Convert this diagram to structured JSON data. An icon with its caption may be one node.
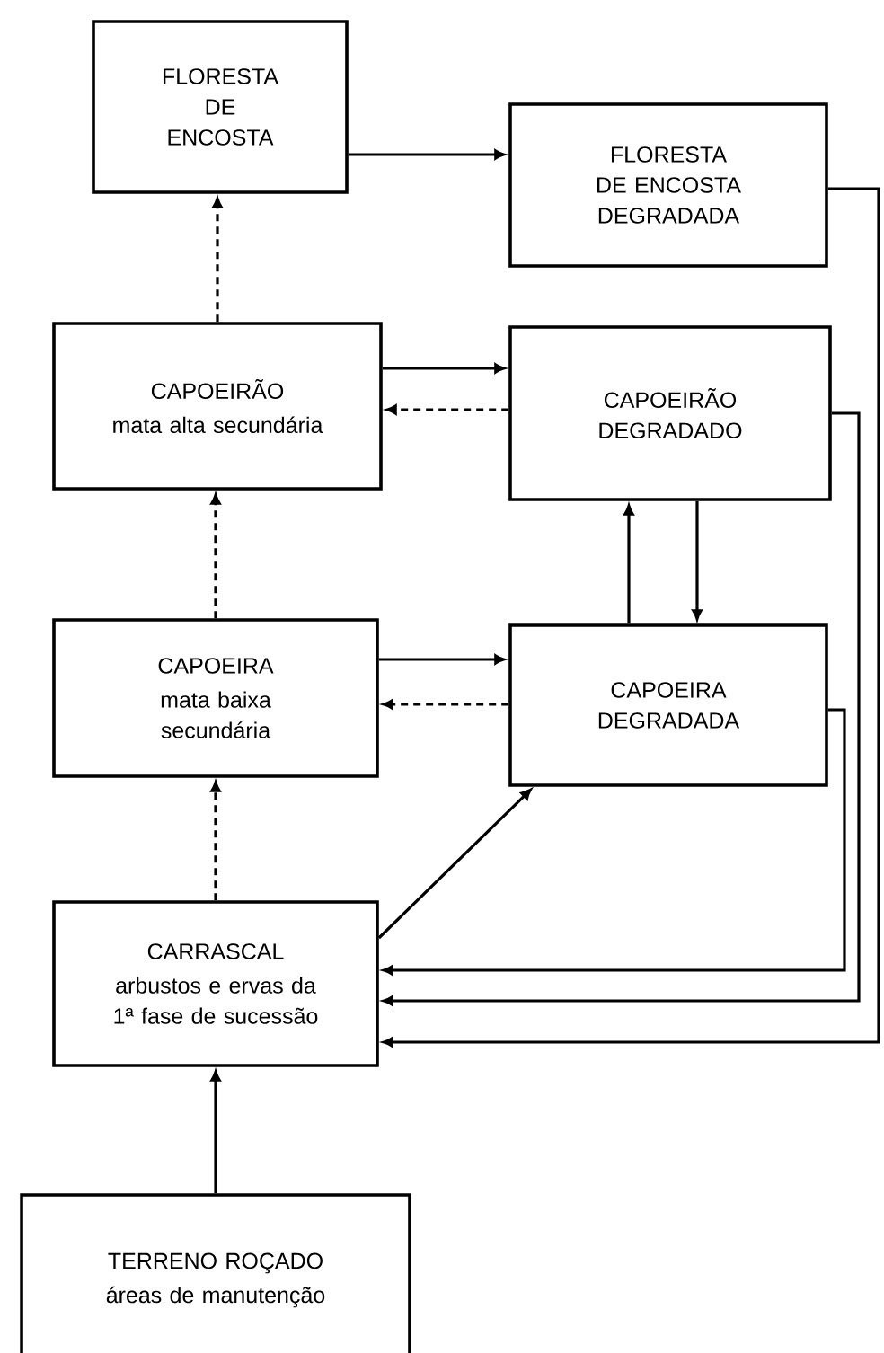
{
  "diagram": {
    "nodes": [
      {
        "text": [
          "FLORESTA DE ENCOSTA"
        ]
      },
      {
        "text": [
          "FLORESTA DE ENCOSTA DEGRADADA"
        ]
      },
      {
        "text": [
          "CAPOEIRÃO",
          "mata alta secundária"
        ]
      },
      {
        "text": [
          "CAPOEIRÃO DEGRADADO"
        ]
      },
      {
        "text": [
          "CAPOEIRA",
          "mata baixa secundária"
        ]
      },
      {
        "text": [
          "CAPOEIRA DEGRADADA"
        ]
      },
      {
        "text": [
          "CARRASCAL",
          "arbustos e ervas da 1ª fase de sucessão"
        ]
      },
      {
        "text": [
          "TERRENO ROÇADO",
          "áreas de manutenção"
        ]
      }
    ],
    "edges": [
      {
        "from": 0,
        "to": 1,
        "arrow": "to"
      },
      {
        "from": 2,
        "to": 0,
        "arrow": "to",
        "style": "dashed"
      },
      {
        "from": 2,
        "to": 3,
        "arrow": "to"
      },
      {
        "from": 3,
        "to": 2,
        "arrow": "to",
        "style": "dashed"
      },
      {
        "from": 4,
        "to": 2,
        "arrow": "to",
        "style": "dashed"
      },
      {
        "from": 4,
        "to": 5,
        "arrow": "to"
      },
      {
        "from": 5,
        "to": 4,
        "arrow": "to",
        "style": "dashed"
      },
      {
        "from": 5,
        "to": 3,
        "arrow": "to"
      },
      {
        "from": 3,
        "to": 5,
        "arrow": "to"
      },
      {
        "from": 6,
        "to": 4,
        "arrow": "to",
        "style": "dashed"
      },
      {
        "from": 6,
        "to": 5,
        "arrow": "to"
      },
      {
        "from": 5,
        "to": 6,
        "arrow": "to"
      },
      {
        "from": 3,
        "to": 6,
        "arrow": "to"
      },
      {
        "from": 1,
        "to": 6,
        "arrow": "to"
      },
      {
        "from": 7,
        "to": 6,
        "arrow": "to"
      }
    ]
  }
}
